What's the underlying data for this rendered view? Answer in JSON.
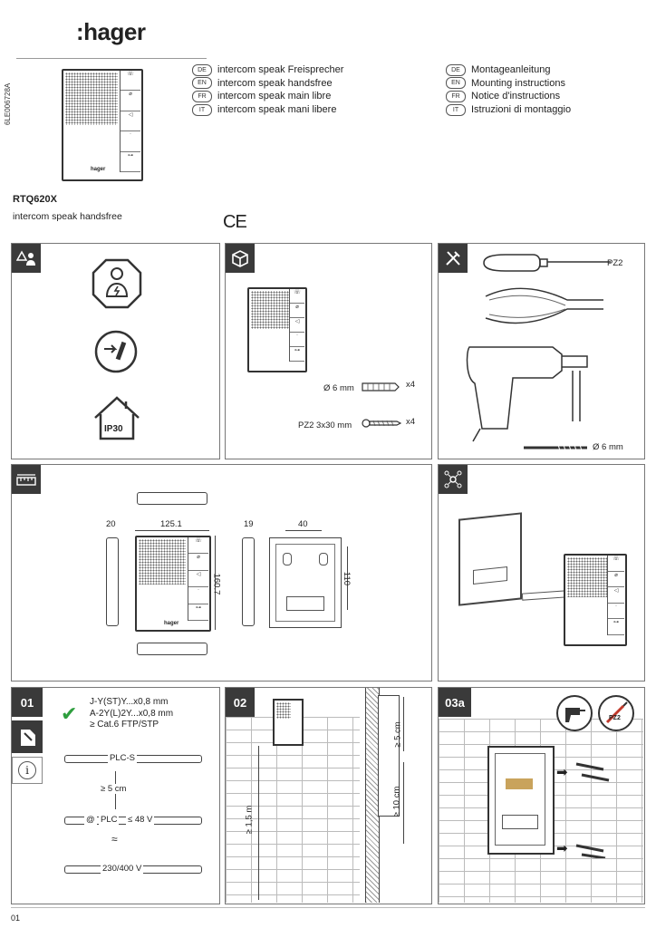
{
  "header": {
    "brand": ":hager",
    "doc_ref": "6LE006728A",
    "product_langs": [
      {
        "code": "DE",
        "text": "intercom speak Freisprecher"
      },
      {
        "code": "EN",
        "text": "intercom speak handsfree"
      },
      {
        "code": "FR",
        "text": "intercom speak main libre"
      },
      {
        "code": "IT",
        "text": "intercom speak mani libere"
      }
    ],
    "instruction_langs": [
      {
        "code": "DE",
        "text": "Montageanleitung"
      },
      {
        "code": "EN",
        "text": "Mounting instructions"
      },
      {
        "code": "FR",
        "text": "Notice d'instructions"
      },
      {
        "code": "IT",
        "text": "Istruzioni di montaggio"
      }
    ],
    "model": "RTQ620X",
    "model_desc": "intercom speak handsfree",
    "ce_mark": "CE"
  },
  "device_label": "hager",
  "safety_panel": {
    "ip_rating": "IP30"
  },
  "contents_panel": {
    "dowel_label": "Ø 6 mm",
    "dowel_qty": "x4",
    "screw_label": "PZ2 3x30 mm",
    "screw_qty": "x4"
  },
  "tools_panel": {
    "screwdriver_label": "PZ2",
    "drill_bit_label": "Ø 6 mm"
  },
  "dimensions_panel": {
    "depth_front": "20",
    "width": "125.1",
    "depth_side": "19",
    "height": "160.7",
    "bracket_width": "40",
    "bracket_height": "110"
  },
  "step01": {
    "number": "01",
    "cables": [
      "J-Y(ST)Y...x0,8 mm",
      "A-2Y(L)2Y...x0,8 mm",
      "≥ Cat.6 FTP/STP"
    ],
    "cable_plc_s": "PLC-S",
    "spacing": "≥ 5 cm",
    "cable_plc": "PLC",
    "plc_at": "@",
    "plc_voltage": "≤ 48 V",
    "cable_mains": "230/400 V"
  },
  "step02": {
    "number": "02",
    "height_label": "≥ 1,5 m",
    "gap_top": "≥ 5 cm",
    "gap_bottom": "≥ 10 cm"
  },
  "step03a": {
    "number": "03a",
    "tool_label": "PZ2"
  },
  "footer": {
    "page": "01"
  }
}
